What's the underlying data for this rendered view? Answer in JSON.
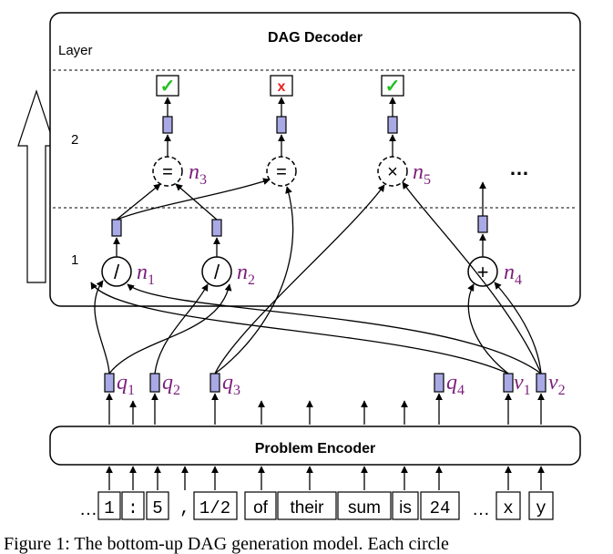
{
  "decoder": {
    "title": "DAG Decoder",
    "layer_label": "Layer",
    "layers": [
      "2",
      "1"
    ]
  },
  "encoder": {
    "title": "Problem Encoder"
  },
  "nodes": {
    "n1": {
      "label": "n",
      "sub": "1",
      "op": "/"
    },
    "n2": {
      "label": "n",
      "sub": "2",
      "op": "/"
    },
    "n3": {
      "label": "n",
      "sub": "3",
      "op": "="
    },
    "n4": {
      "label": "n",
      "sub": "4",
      "op": "+"
    },
    "n5": {
      "label": "n",
      "sub": "5",
      "op": "×"
    },
    "unnamed": {
      "op": "="
    }
  },
  "outputs": {
    "check": "✓",
    "cross": "x"
  },
  "ellipsis": "…",
  "inputs": [
    {
      "label": "q",
      "sub": "1"
    },
    {
      "label": "q",
      "sub": "2"
    },
    {
      "label": "q",
      "sub": "3"
    },
    {
      "label": "q",
      "sub": "4"
    },
    {
      "label": "v",
      "sub": "1"
    },
    {
      "label": "v",
      "sub": "2"
    }
  ],
  "tokens": [
    "…",
    "1",
    ":",
    "5",
    ",",
    "1/2",
    "of",
    "their",
    "sum",
    "is",
    "24",
    "…",
    "x",
    "y"
  ],
  "colors": {
    "rep_fill": "#a9a9e6",
    "check": "#22c022",
    "cross": "#e82020",
    "purple": "#7b1f7b"
  },
  "caption": "Figure 1: The bottom-up DAG generation model. Each circle"
}
